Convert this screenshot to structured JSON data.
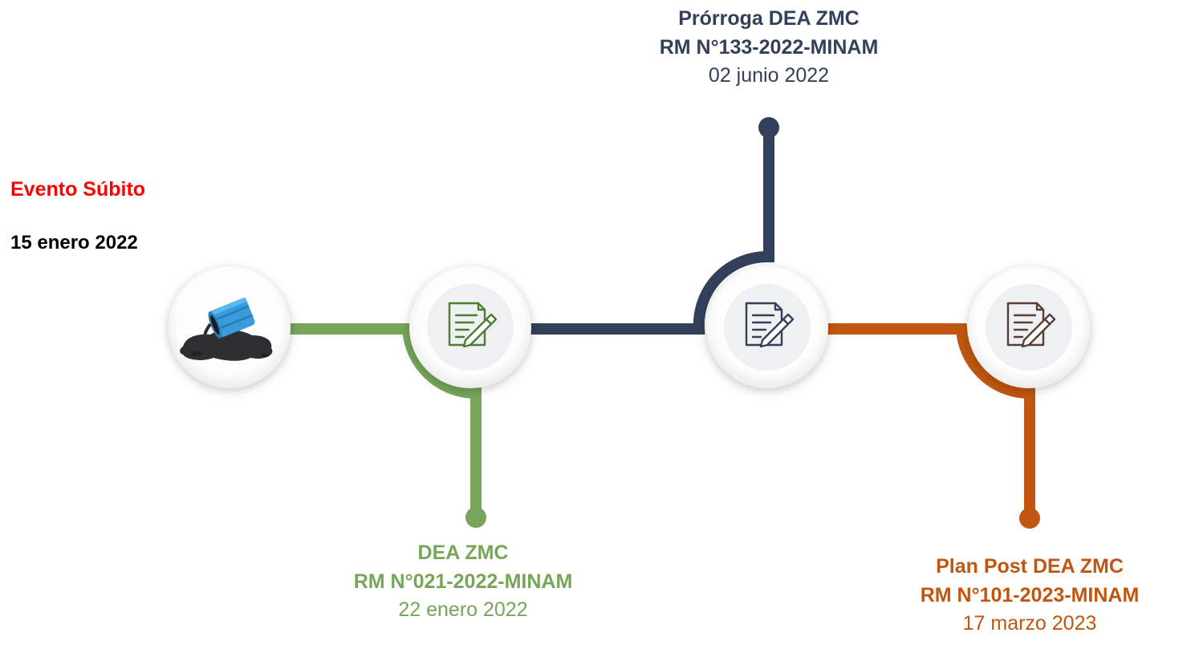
{
  "colors": {
    "green": "#77a55a",
    "navy": "#33405a",
    "orange": "#c0560f",
    "red": "#ff0000",
    "black": "#000000"
  },
  "start_event": {
    "title": "Evento Súbito",
    "date": "15 enero 2022",
    "icon": "oil-barrel-spill-icon"
  },
  "milestones": [
    {
      "title": "DEA ZMC",
      "resolution": "RM N°021-2022-MINAM",
      "date": "22 enero 2022",
      "icon": "document-edit-icon",
      "color": "#77a55a"
    },
    {
      "title": "Prórroga DEA ZMC",
      "resolution": "RM N°133-2022-MINAM",
      "date": "02 junio 2022",
      "icon": "document-edit-icon",
      "color": "#33405a"
    },
    {
      "title": "Plan Post DEA ZMC",
      "resolution": "RM N°101-2023-MINAM",
      "date": "17 marzo 2023",
      "icon": "document-edit-icon",
      "color": "#c0560f"
    }
  ]
}
